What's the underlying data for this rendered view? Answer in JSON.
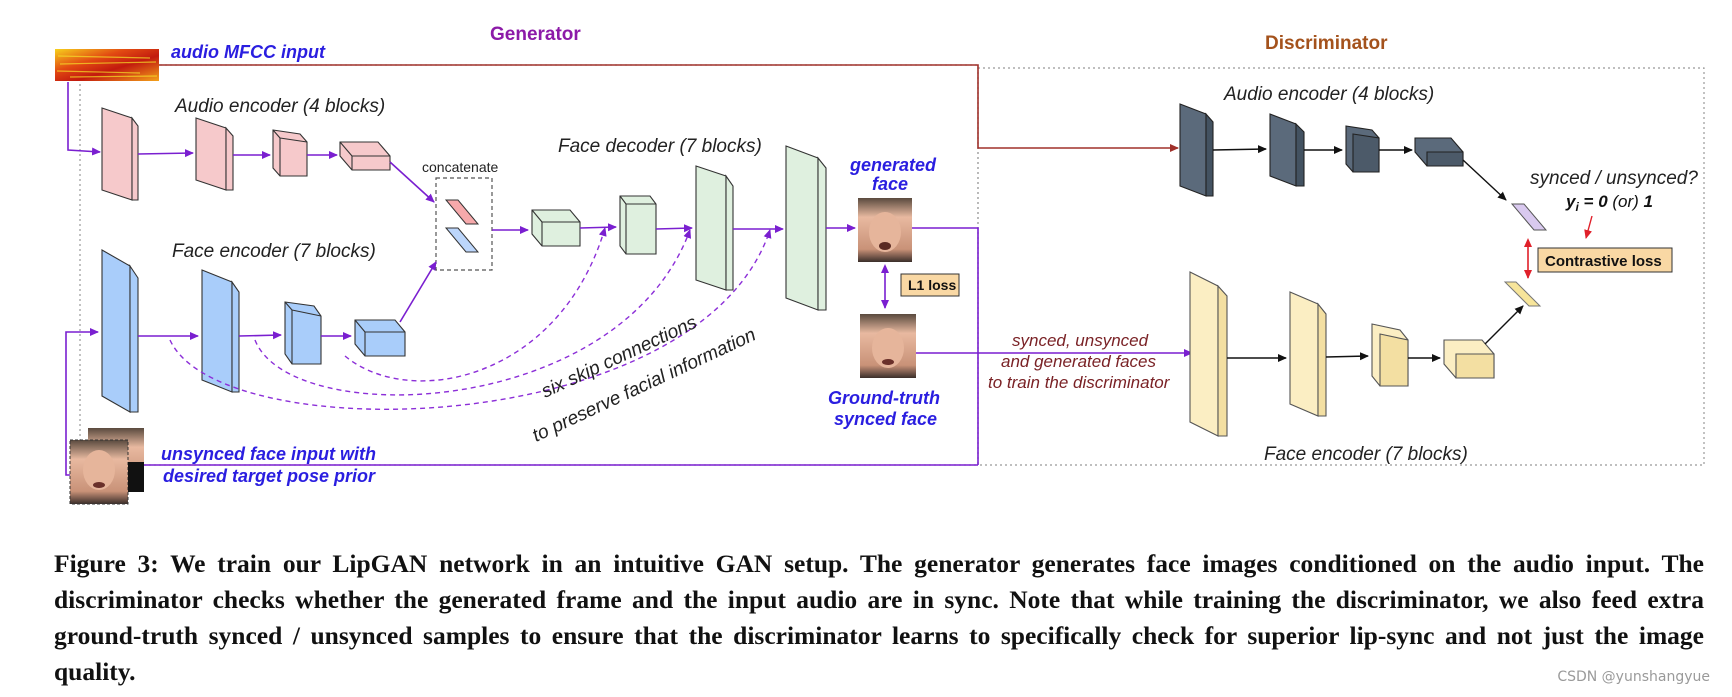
{
  "diagram": {
    "generator_title": "Generator",
    "discriminator_title": "Discriminator",
    "audio_input_label": "audio MFCC input",
    "gen_audio_encoder_label": "Audio encoder (4 blocks)",
    "gen_face_encoder_label": "Face encoder (7 blocks)",
    "face_decoder_label": "Face decoder (7 blocks)",
    "concatenate_label": "concatenate",
    "generated_face_label_line1": "generated",
    "generated_face_label_line2": "face",
    "l1_loss_label": "L1 loss",
    "ground_truth_label_line1": "Ground-truth",
    "ground_truth_label_line2": "synced face",
    "skip_label_line1": "six skip connections",
    "skip_label_line2": "to preserve facial information",
    "unsynced_input_line1": "unsynced face input with",
    "unsynced_input_line2": "desired target pose prior",
    "disc_faces_line1": "synced, unsynced",
    "disc_faces_line2": "and generated faces",
    "disc_faces_line3": "to train the discriminator",
    "disc_audio_encoder_label": "Audio encoder (4 blocks)",
    "disc_face_encoder_label": "Face encoder (7 blocks)",
    "sync_question": "synced / unsynced?",
    "yi_label_var": "y",
    "yi_label_sub": "i",
    "yi_label_eq": " = ",
    "yi_label_zero": "0",
    "yi_label_or": " (or) ",
    "yi_label_one": "1",
    "contrastive_loss_label": "Contrastive loss",
    "colors": {
      "generator_purple": "#8c1aa8",
      "discriminator_brown": "#a4521c",
      "arrow_purple": "#7a1fd0",
      "audio_red_line": "#a0302a",
      "label_blue": "#2a1ee0",
      "pink_block": "#f6c9cb",
      "blue_block": "#a9cdfa",
      "green_block": "#dff0df",
      "slate_block": "#5b6a7b",
      "yellow_block": "#fbeec3",
      "loss_box": "#f9d8a4"
    }
  },
  "caption": "Figure 3: We train our LipGAN network in an intuitive GAN setup. The generator generates face images conditioned on the audio input. The discriminator checks whether the generated frame and the input audio are in sync. Note that while training the discriminator, we also feed extra ground-truth synced / unsynced samples to ensure that the discriminator learns to specifically check for superior lip-sync and not just the image quality.",
  "watermark": "CSDN @yunshangyue"
}
